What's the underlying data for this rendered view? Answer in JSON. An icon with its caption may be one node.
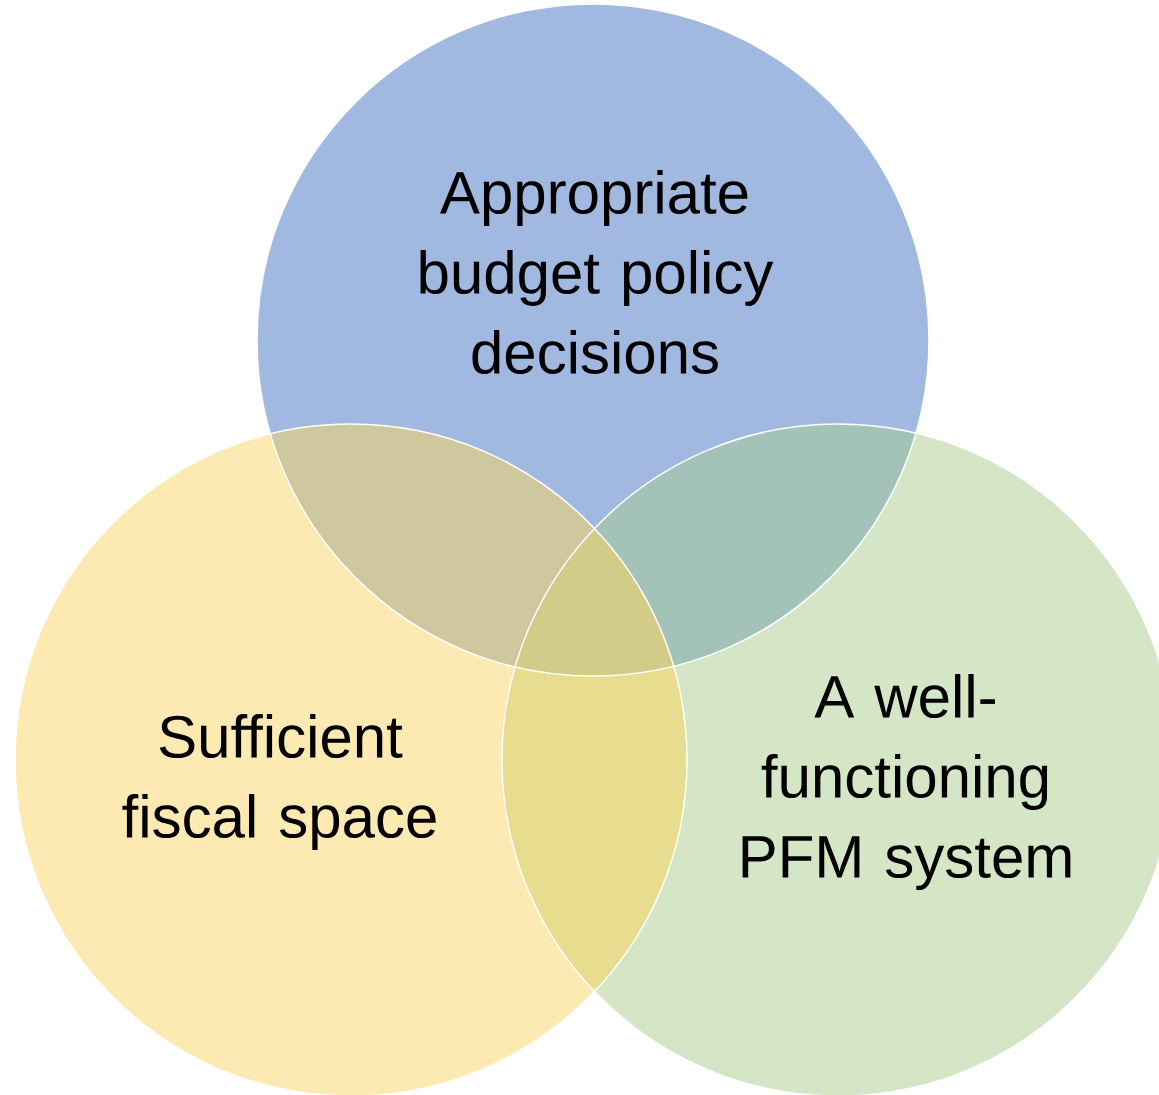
{
  "diagram": {
    "nodes": [
      {
        "text": [
          "Appropriate budget policy decisions"
        ]
      },
      {
        "text": [
          "Sufficient fiscal space"
        ]
      },
      {
        "text": [
          "A well-functioning PFM system"
        ]
      }
    ]
  }
}
